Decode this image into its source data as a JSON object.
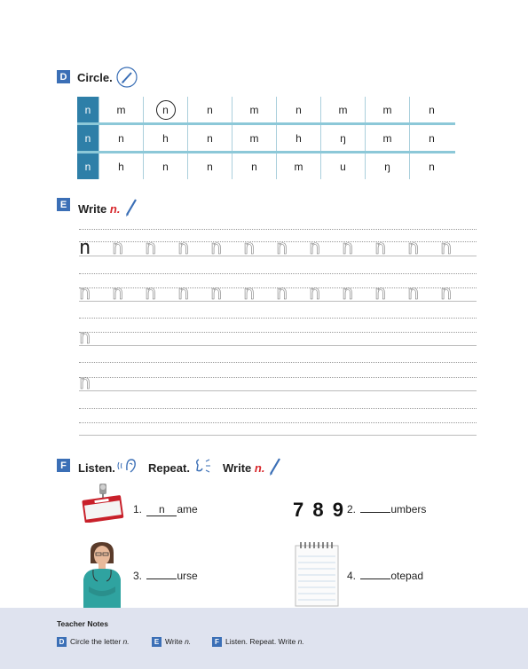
{
  "section_d": {
    "badge": "D",
    "title": "Circle.",
    "rows": [
      {
        "label": "n",
        "cells": [
          "m",
          "n",
          "n",
          "m",
          "n",
          "m",
          "m",
          "n"
        ]
      },
      {
        "label": "n",
        "cells": [
          "n",
          "h",
          "n",
          "m",
          "h",
          "ŋ",
          "m",
          "n"
        ]
      },
      {
        "label": "n",
        "cells": [
          "h",
          "n",
          "n",
          "n",
          "m",
          "u",
          "ŋ",
          "n"
        ]
      }
    ]
  },
  "section_e": {
    "badge": "E",
    "title": "Write",
    "letter": "n."
  },
  "section_f": {
    "badge": "F",
    "listen": "Listen.",
    "repeat": "Repeat.",
    "write": "Write",
    "letter": "n.",
    "items": [
      {
        "num": "1.",
        "blank": "n",
        "rest": "ame"
      },
      {
        "num": "2.",
        "blank": "",
        "rest": "umbers"
      },
      {
        "num": "3.",
        "blank": "",
        "rest": "urse"
      },
      {
        "num": "4.",
        "blank": "",
        "rest": "otepad"
      }
    ],
    "numbers_image": "7 8 9"
  },
  "teacher_notes": {
    "title": "Teacher Notes",
    "notes": [
      {
        "badge": "D",
        "text": "Circle the letter",
        "letter": "n."
      },
      {
        "badge": "E",
        "text": "Write",
        "letter": "n."
      },
      {
        "badge": "F",
        "text": "Listen. Repeat. Write",
        "letter": "n."
      }
    ]
  },
  "colors": {
    "badge": "#3b6fb6",
    "accent_red": "#d7262b",
    "grid_teal": "#2e7fa8",
    "notes_bg": "#dfe3ef"
  }
}
